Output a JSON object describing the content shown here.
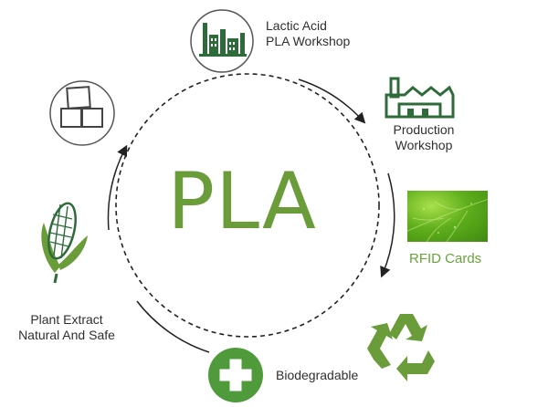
{
  "center": {
    "title": "PLA"
  },
  "stages": {
    "lactic": {
      "line1": "Lactic Acid",
      "line2": "PLA Workshop",
      "icon": "factory-icon"
    },
    "production": {
      "line1": "Production",
      "line2": "Workshop",
      "icon": "factory-icon"
    },
    "rfid": {
      "label": "RFID Cards",
      "icon": "green-leaf-image"
    },
    "biodegradable": {
      "label": "Biodegradable",
      "icon": "plus-icon"
    },
    "recycle": {
      "icon": "recycle-icon"
    },
    "plant": {
      "line1": "Plant Extract",
      "line2": "Natural And Safe",
      "icon": "corn-icon"
    },
    "boxes": {
      "icon": "boxes-icon"
    }
  },
  "colors": {
    "brand_green": "#6a9d3a",
    "dark_green": "#2e6b3a",
    "text": "#2f2f2f",
    "circle_stroke": "#222222"
  }
}
